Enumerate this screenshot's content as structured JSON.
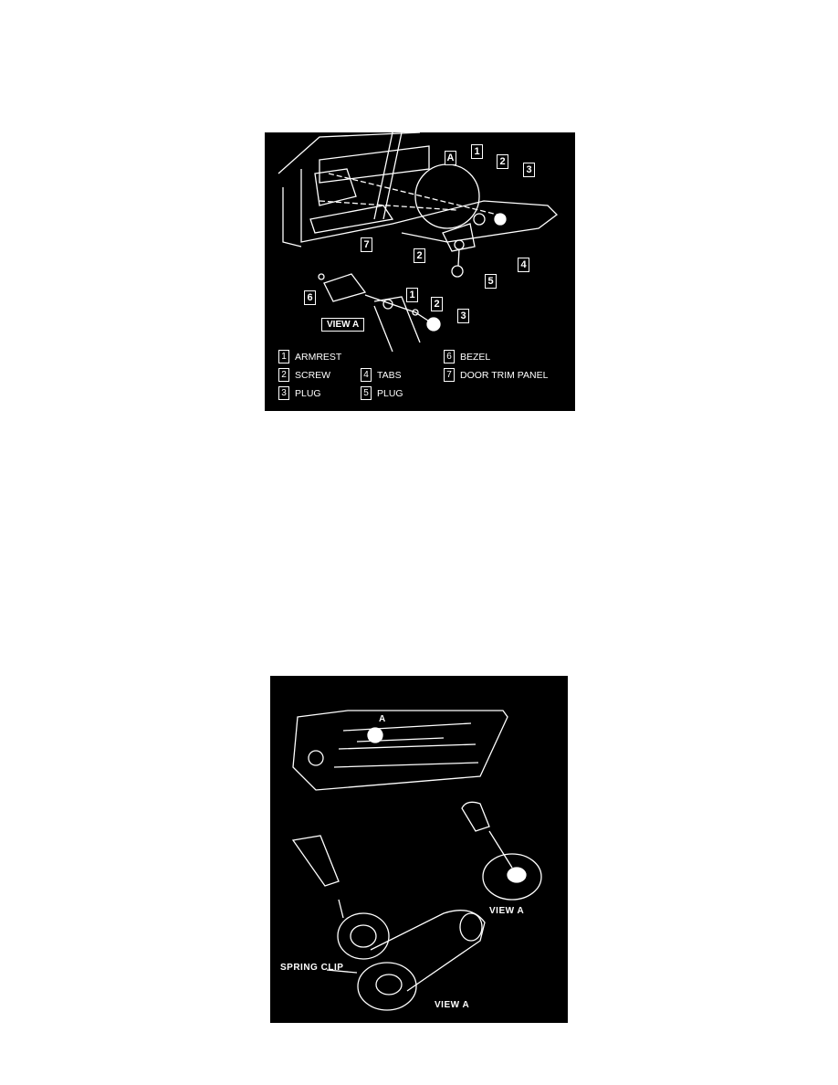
{
  "figure1": {
    "view_marker": "A",
    "callouts": [
      "1",
      "2",
      "3",
      "7",
      "2",
      "4",
      "5",
      "6",
      "1",
      "2",
      "3"
    ],
    "view_label": "VIEW A",
    "legend": [
      {
        "num": "1",
        "label": "ARMREST"
      },
      {
        "num": "2",
        "label": "SCREW"
      },
      {
        "num": "3",
        "label": "PLUG"
      },
      {
        "num": "4",
        "label": "TABS"
      },
      {
        "num": "5",
        "label": "PLUG"
      },
      {
        "num": "6",
        "label": "BEZEL"
      },
      {
        "num": "7",
        "label": "DOOR TRIM PANEL"
      }
    ]
  },
  "figure2": {
    "detail_marker": "A",
    "spring_clip_label": "SPRING CLIP",
    "view_label_upper": "VIEW A",
    "view_label_lower": "VIEW A"
  }
}
